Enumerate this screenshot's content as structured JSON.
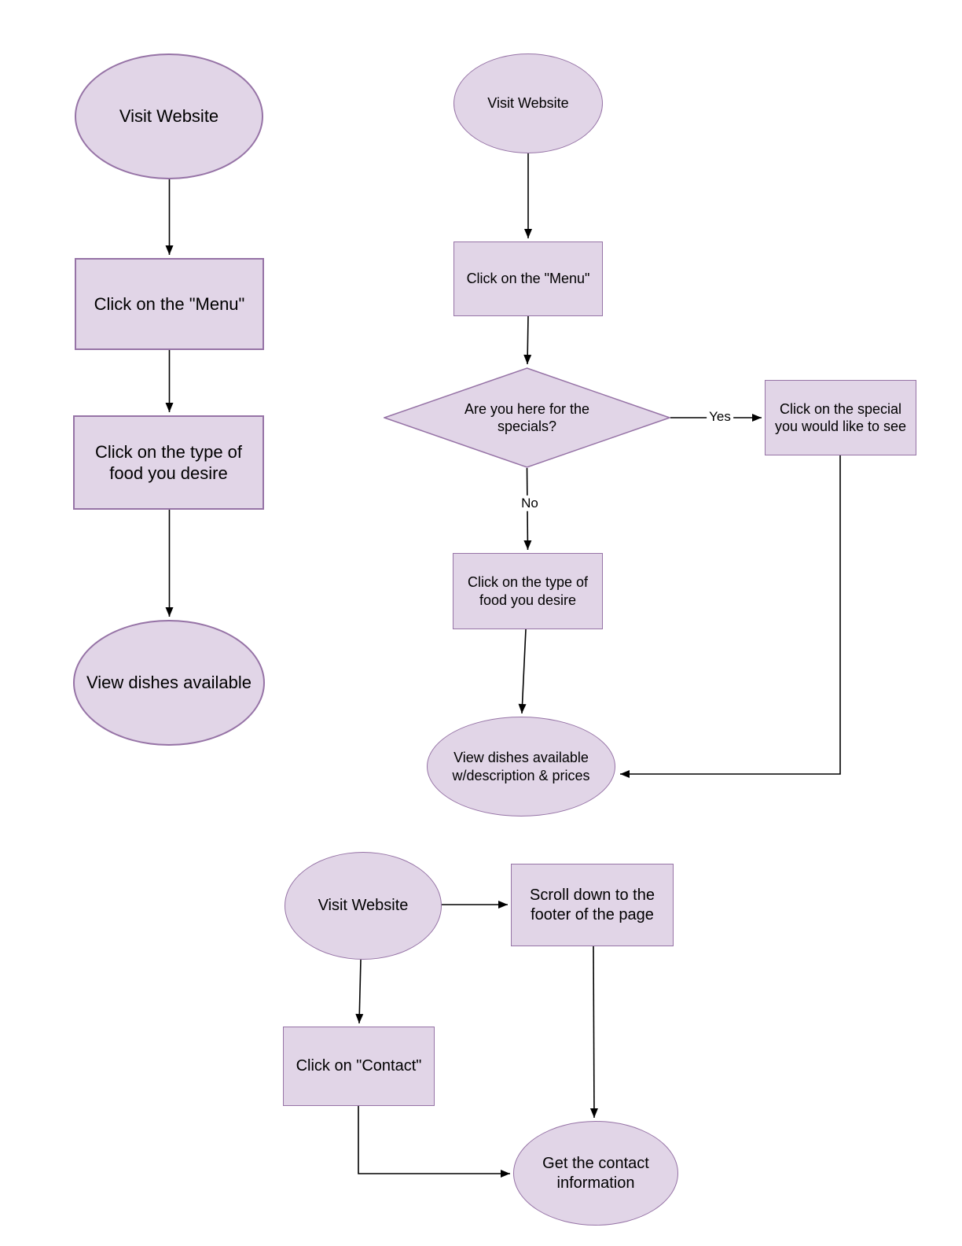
{
  "colors": {
    "background": "#FFFFFF",
    "shape_fill": "#E1D5E7",
    "shape_stroke": "#9673A6",
    "connector": "#000000",
    "text": "#000000"
  },
  "charts": {
    "menu_flow": {
      "nodes": {
        "start": {
          "type": "ellipse",
          "label": "Visit Website"
        },
        "menu": {
          "type": "rect",
          "label": "Click on the \"Menu\""
        },
        "food_type": {
          "type": "rect",
          "label": "Click on the type of food you desire"
        },
        "end": {
          "type": "ellipse",
          "label": "View dishes available"
        }
      }
    },
    "specials_flow": {
      "nodes": {
        "start": {
          "type": "ellipse",
          "label": "Visit Website"
        },
        "menu": {
          "type": "rect",
          "label": "Click on the \"Menu\""
        },
        "decision": {
          "type": "diamond",
          "label": "Are you here for the specials?"
        },
        "special": {
          "type": "rect",
          "label": "Click on the special you would like to see"
        },
        "food_type": {
          "type": "rect",
          "label": "Click on the type of food you desire"
        },
        "end": {
          "type": "ellipse",
          "label": "View dishes available w/description & prices"
        }
      },
      "edges": {
        "yes": "Yes",
        "no": "No"
      }
    },
    "contact_flow": {
      "nodes": {
        "start": {
          "type": "ellipse",
          "label": "Visit Website"
        },
        "scroll_footer": {
          "type": "rect",
          "label": "Scroll down to the footer of the page"
        },
        "contact": {
          "type": "rect",
          "label": "Click on \"Contact\""
        },
        "end": {
          "type": "ellipse",
          "label": "Get the contact information"
        }
      }
    }
  }
}
